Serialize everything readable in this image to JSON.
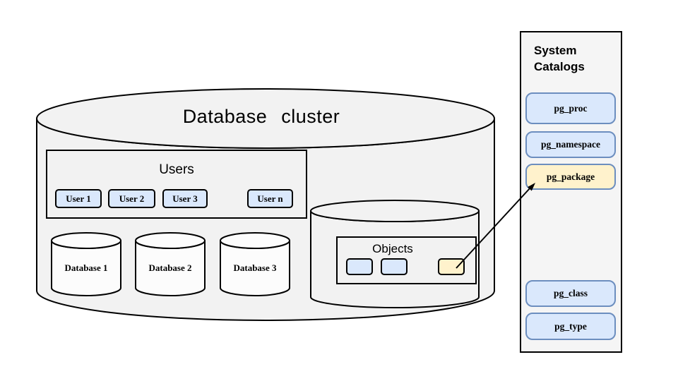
{
  "diagram_title": "Database cluster",
  "colors": {
    "blue_fill": "#dae8fc",
    "blue_border": "#6c8ebf",
    "yellow_fill": "#fff2cc",
    "cluster_fill": "#f2f2f2",
    "panel_fill": "#f5f5f5",
    "db_fill": "#fcfcfc",
    "outline": "#000000"
  },
  "cluster": {
    "users_box": {
      "title": "Users",
      "items": [
        {
          "label": "User 1"
        },
        {
          "label": "User 2"
        },
        {
          "label": "User 3"
        },
        {
          "label": "User n"
        }
      ]
    },
    "databases": [
      {
        "label": "Database 1"
      },
      {
        "label": "Database 2"
      },
      {
        "label": "Database 3"
      }
    ],
    "objects_box": {
      "title": "Objects",
      "chips": [
        {
          "name": "object-chip-blue-1",
          "variant": "blue"
        },
        {
          "name": "object-chip-blue-2",
          "variant": "blue"
        },
        {
          "name": "object-chip-package",
          "variant": "yellow"
        }
      ]
    }
  },
  "system_catalogs": {
    "title": "System Catalogs",
    "items": [
      {
        "label": "pg_proc",
        "variant": "blue"
      },
      {
        "label": "pg_namespace",
        "variant": "blue"
      },
      {
        "label": "pg_package",
        "variant": "yellow",
        "highlighted": true
      },
      {
        "label": "pg_class",
        "variant": "blue"
      },
      {
        "label": "pg_type",
        "variant": "blue"
      }
    ]
  },
  "arrow": {
    "from": "object-chip-package",
    "to": "pg_package"
  }
}
